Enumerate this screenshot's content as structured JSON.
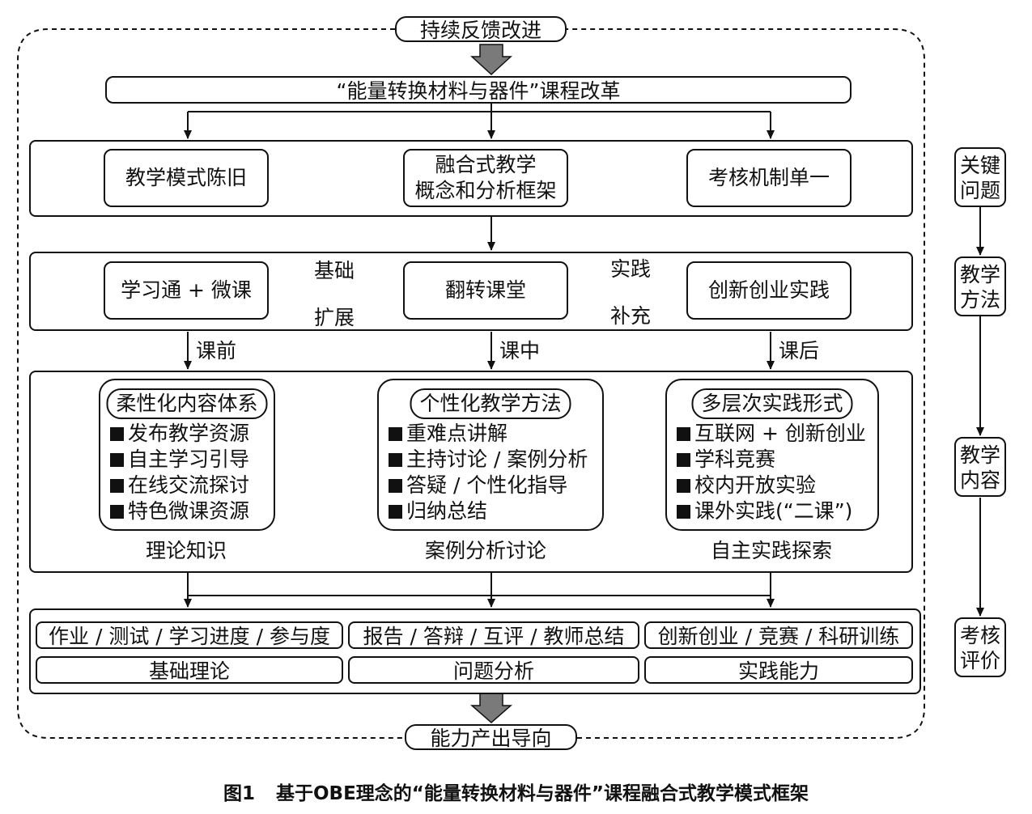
{
  "feedback": "持续反馈改进",
  "reform": "“能量转换材料与器件”课程改革",
  "row1": {
    "left": "教学模式陈旧",
    "center_line1": "融合式教学",
    "center_line2": "概念和分析框架",
    "right": "考核机制单一"
  },
  "row2": {
    "left": "学习通 + 微课",
    "center": "翻转课堂",
    "right": "创新创业实践",
    "label_basis": "基础",
    "label_expand": "扩展",
    "label_practice": "实践",
    "label_supplement": "补充"
  },
  "stages": {
    "before": "课前",
    "during": "课中",
    "after": "课后"
  },
  "panels": [
    {
      "title": "柔性化内容体系",
      "items": [
        "发布教学资源",
        "自主学习引导",
        "在线交流探讨",
        "特色微课资源"
      ],
      "caption": "理论知识"
    },
    {
      "title": "个性化教学方法",
      "items": [
        "重难点讲解",
        "主持讨论 / 案例分析",
        "答疑 / 个性化指导",
        "归纳总结"
      ],
      "caption": "案例分析讨论"
    },
    {
      "title": "多层次实践形式",
      "items": [
        "互联网 + 创新创业",
        "学科竞赛",
        "校内开放实验",
        "课外实践(“二课”)"
      ],
      "caption": "自主实践探索"
    }
  ],
  "assessment": {
    "methods": [
      "作业 / 测试 / 学习进度 / 参与度",
      "报告 / 答辩 / 互评 / 教师总结",
      "创新创业 / 竞赛 / 科研训练"
    ],
    "abilities": [
      "基础理论",
      "问题分析",
      "实践能力"
    ]
  },
  "output": "能力产出导向",
  "side_labels": [
    {
      "line1": "关键",
      "line2": "问题"
    },
    {
      "line1": "教学",
      "line2": "方法"
    },
    {
      "line1": "教学",
      "line2": "内容"
    },
    {
      "line1": "考核",
      "line2": "评价"
    }
  ],
  "caption": {
    "number": "图1",
    "text": "基于OBE理念的“能量转换材料与器件”课程融合式教学模式框架"
  },
  "colors": {
    "line": "#111111",
    "block_arrow": "#7a7a7a"
  }
}
